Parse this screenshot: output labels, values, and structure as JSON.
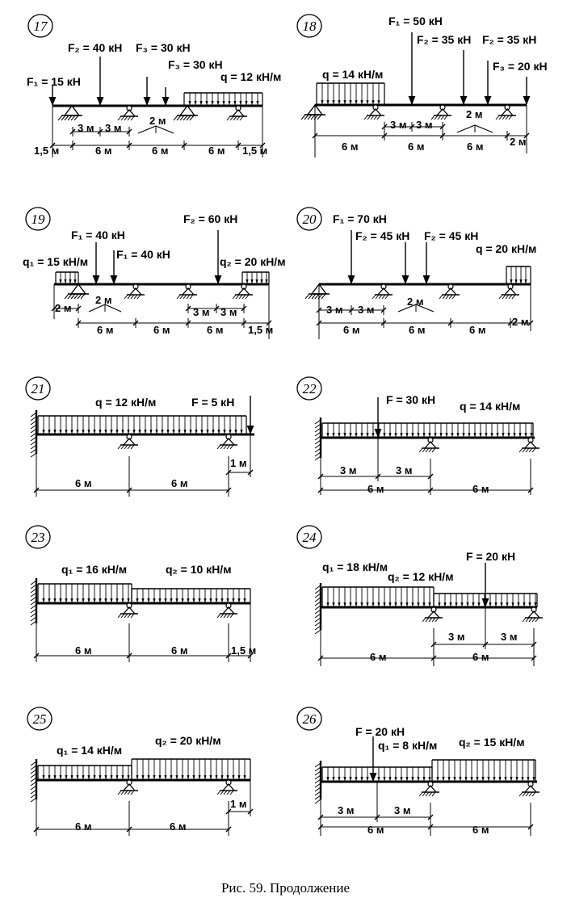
{
  "figure_caption": "Рис. 59. Продолжение",
  "problems": [
    {
      "id": "17",
      "labels": [
        "F₁ = 15 кН",
        "F₂ = 40 кН",
        "F₃ = 30 кН",
        "F₃ = 30 кН",
        "q = 12 кН/м"
      ],
      "dims": [
        "3 м",
        "3 м",
        "2 м",
        "1,5 м",
        "6 м",
        "6 м",
        "6 м",
        "1,5 м"
      ]
    },
    {
      "id": "18",
      "labels": [
        "F₁ = 50 кН",
        "F₂ = 35 кН",
        "F₂ = 35 кН",
        "q = 14 кН/м",
        "F₃ = 20 кН"
      ],
      "dims": [
        "3 м",
        "3 м",
        "2 м",
        "6 м",
        "6 м",
        "6 м",
        "2 м"
      ]
    },
    {
      "id": "19",
      "labels": [
        "F₂ = 60 кН",
        "F₁ = 40 кН",
        "F₁ = 40 кН",
        "q₁ = 15 кН/м",
        "q₂ = 20 кН/м"
      ],
      "dims": [
        "2 м",
        "2 м",
        "3 м",
        "3 м",
        "6 м",
        "6 м",
        "6 м",
        "1,5 м"
      ]
    },
    {
      "id": "20",
      "labels": [
        "F₁ = 70 кН",
        "F₂ = 45 кН",
        "F₂ = 45 кН",
        "q = 20 кН/м"
      ],
      "dims": [
        "3 м",
        "3 м",
        "2 м",
        "6 м",
        "6 м",
        "6 м",
        "2 м"
      ]
    },
    {
      "id": "21",
      "labels": [
        "q = 12 кН/м",
        "F = 5 кН"
      ],
      "dims": [
        "6 м",
        "6 м",
        "1 м"
      ]
    },
    {
      "id": "22",
      "labels": [
        "F = 30 кН",
        "q = 14 кН/м"
      ],
      "dims": [
        "3 м",
        "3 м",
        "6 м",
        "6 м"
      ]
    },
    {
      "id": "23",
      "labels": [
        "q₁ = 16 кН/м",
        "q₂ = 10 кН/м"
      ],
      "dims": [
        "6 м",
        "6 м",
        "1,5 м"
      ]
    },
    {
      "id": "24",
      "labels": [
        "F = 20 кН",
        "q₁ = 18 кН/м",
        "q₂ = 12 кН/м"
      ],
      "dims": [
        "3 м",
        "3 м",
        "6 м",
        "6 м"
      ]
    },
    {
      "id": "25",
      "labels": [
        "q₁ = 14 кН/м",
        "q₂ = 20 кН/м"
      ],
      "dims": [
        "6 м",
        "6 м",
        "1 м"
      ]
    },
    {
      "id": "26",
      "labels": [
        "F = 20 кН",
        "q₁ = 8 кН/м",
        "q₂ = 15 кН/м"
      ],
      "dims": [
        "3 м",
        "3 м",
        "6 м",
        "6 м"
      ]
    }
  ]
}
